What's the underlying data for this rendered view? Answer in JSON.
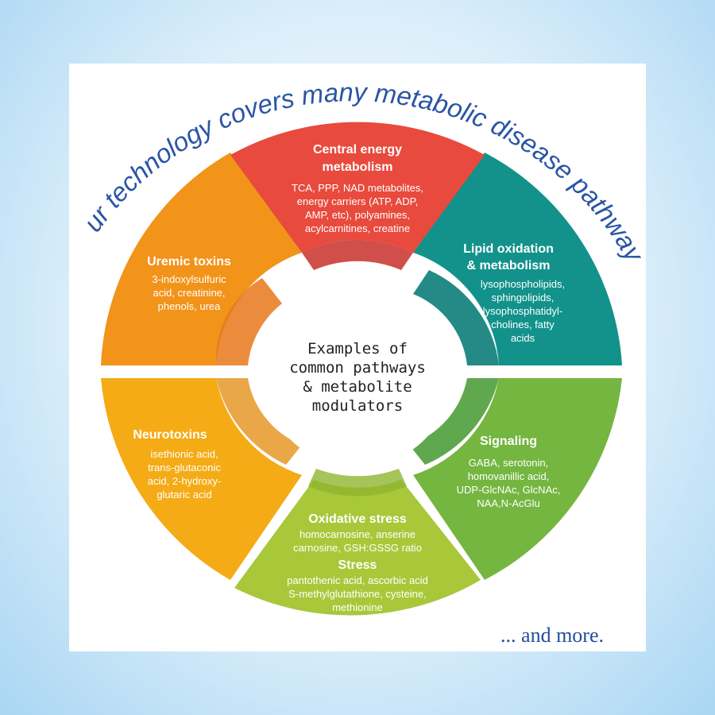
{
  "heading": "Our technology covers many metabolic disease pathways",
  "center_text": [
    "Examples of",
    "common pathways",
    "& metabolite",
    "modulators"
  ],
  "footer": "... and more.",
  "colors": {
    "heading": "#2a55a4",
    "footer": "#1f4e9a",
    "central_energy": "#e84a3d",
    "lipid": "#12928b",
    "signaling": "#74b640",
    "oxidative": "#a8c83a",
    "neurotoxins": "#f4ab15",
    "uremic": "#f2931a"
  },
  "segments": [
    {
      "id": "central-energy",
      "title": [
        "Central energy",
        "metabolism"
      ],
      "body": [
        "TCA, PPP, NAD metabolites,",
        "energy carriers (ATP, ADP,",
        "AMP, etc), polyamines,",
        "acylcarnitines, creatine"
      ]
    },
    {
      "id": "lipid",
      "title": [
        "Lipid oxidation",
        "& metabolism"
      ],
      "body": [
        "lysophospholipids,",
        "sphingolipids,",
        "lysophosphatidyl-",
        "cholines, fatty",
        "acids"
      ]
    },
    {
      "id": "signaling",
      "title": [
        "Signaling"
      ],
      "body": [
        "GABA, serotonin,",
        "homovanillic acid,",
        "UDP-GlcNAc, GlcNAc,",
        "NAA,N-AcGlu"
      ]
    },
    {
      "id": "oxidative",
      "title": [
        "Oxidative stress"
      ],
      "body": [
        "homocarnosine, anserine",
        "carnosine, GSH:GSSG ratio"
      ],
      "title2": [
        "Stress"
      ],
      "body2": [
        "pantothenic acid, ascorbic acid",
        "S-methylglutathione, cysteine,",
        "methionine"
      ]
    },
    {
      "id": "neurotoxins",
      "title": [
        "Neurotoxins"
      ],
      "body": [
        "isethionic acid,",
        "trans-glutaconic",
        "acid, 2-hydroxy-",
        "glutaric acid"
      ]
    },
    {
      "id": "uremic",
      "title": [
        "Uremic toxins"
      ],
      "body": [
        "3-indoxylsulfuric",
        "acid, creatinine,",
        "phenols, urea"
      ]
    }
  ]
}
